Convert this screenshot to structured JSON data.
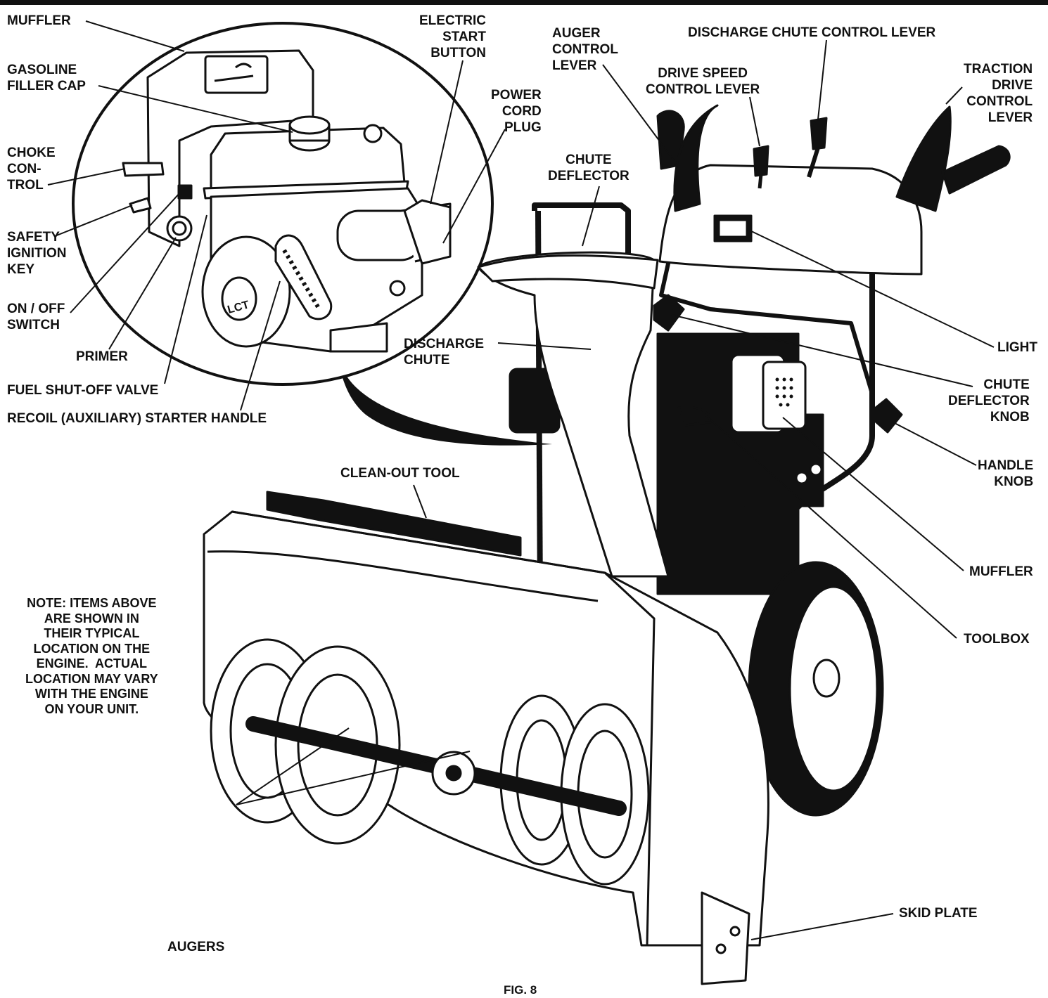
{
  "colors": {
    "ink": "#111111",
    "paper": "#ffffff",
    "shade": "#2a2a2a"
  },
  "labels": {
    "muffler_top": "MUFFLER",
    "gas_cap": "GASOLINE\nFILLER CAP",
    "choke": "CHOKE\nCON-\nTROL",
    "safety_key": "SAFETY\nIGNITION\nKEY",
    "on_off": "ON / OFF\nSWITCH",
    "primer": "PRIMER",
    "fuel_valve": "FUEL SHUT-OFF VALVE",
    "recoil": "RECOIL (AUXILIARY) STARTER HANDLE",
    "electric_start": "ELECTRIC\nSTART\nBUTTON",
    "power_cord": "POWER\nCORD\nPLUG",
    "auger_lever": "AUGER\nCONTROL\nLEVER",
    "drive_speed": "DRIVE SPEED\nCONTROL LEVER",
    "chute_lever": "DISCHARGE CHUTE CONTROL LEVER",
    "traction": "TRACTION\nDRIVE\nCONTROL\nLEVER",
    "chute_deflector": "CHUTE\nDEFLECTOR",
    "discharge_chute": "DISCHARGE\nCHUTE",
    "light": "LIGHT",
    "deflector_knob": "CHUTE\nDEFLECTOR\nKNOB",
    "handle_knob": "HANDLE\nKNOB",
    "muffler_right": "MUFFLER",
    "toolbox": "TOOLBOX",
    "cleanout": "CLEAN-OUT TOOL",
    "skid_plate": "SKID PLATE",
    "augers": "AUGERS",
    "note": "NOTE: ITEMS ABOVE\nARE SHOWN IN\nTHEIR TYPICAL\nLOCATION ON THE\nENGINE.  ACTUAL\nLOCATION MAY VARY\nWITH THE ENGINE\nON YOUR UNIT.",
    "fig": "FIG. 8",
    "engine_badge": "LCT"
  }
}
